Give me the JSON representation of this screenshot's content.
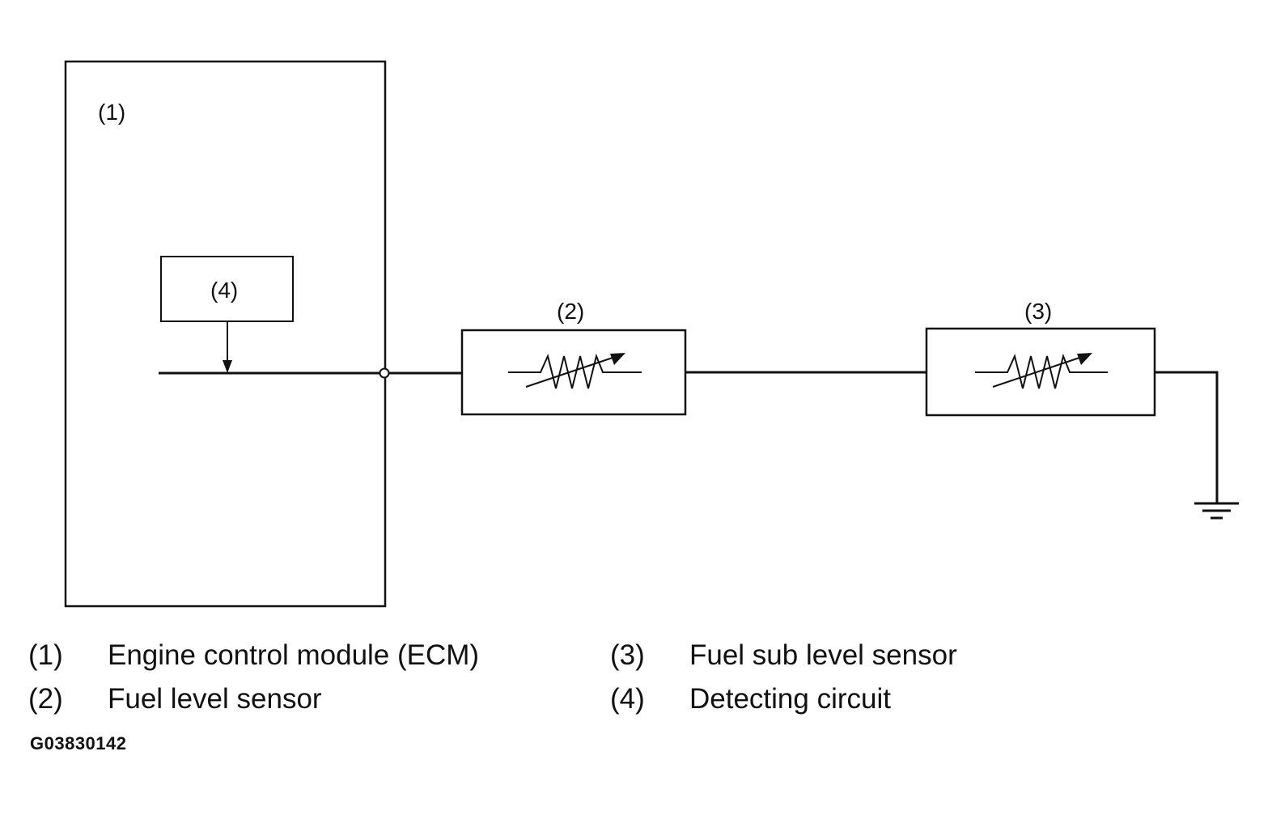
{
  "diagram": {
    "ecm_tag": "(1)",
    "detect_tag": "(4)",
    "sensor_main_tag": "(2)",
    "sensor_sub_tag": "(3)"
  },
  "legend": [
    {
      "num": "(1)",
      "text": "Engine control module (ECM)"
    },
    {
      "num": "(2)",
      "text": "Fuel level sensor"
    },
    {
      "num": "(3)",
      "text": "Fuel sub level sensor"
    },
    {
      "num": "(4)",
      "text": "Detecting circuit"
    }
  ],
  "figure_id": "G03830142"
}
